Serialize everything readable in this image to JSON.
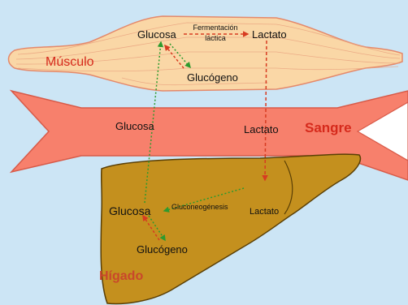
{
  "colors": {
    "background": "#cce5f5",
    "muscle_fill": "#fad7a6",
    "muscle_stroke": "#e4896b",
    "blood_fill": "#f7806c",
    "blood_stroke": "#d85a48",
    "liver_fill": "#c4901e",
    "liver_stroke": "#5a3f05",
    "red_label": "#d62a1c",
    "liver_label": "#c9472b",
    "arrow_red": "#d73b21",
    "arrow_green": "#2e9a2e"
  },
  "labels": {
    "musculo": "Músculo",
    "sangre": "Sangre",
    "higado": "Hígado",
    "muscle_glucosa": "Glucosa",
    "muscle_lactato": "Lactato",
    "muscle_glucogeno": "Glucógeno",
    "fermentacion_line1": "Fermentación",
    "fermentacion_line2": "láctica",
    "blood_glucosa": "Glucosa",
    "blood_lactato": "Lactato",
    "liver_glucosa": "Glucosa",
    "liver_lactato": "Lactato",
    "liver_glucogeno": "Glucógeno",
    "gluconeogenesis": "Gluconeogénesis"
  }
}
